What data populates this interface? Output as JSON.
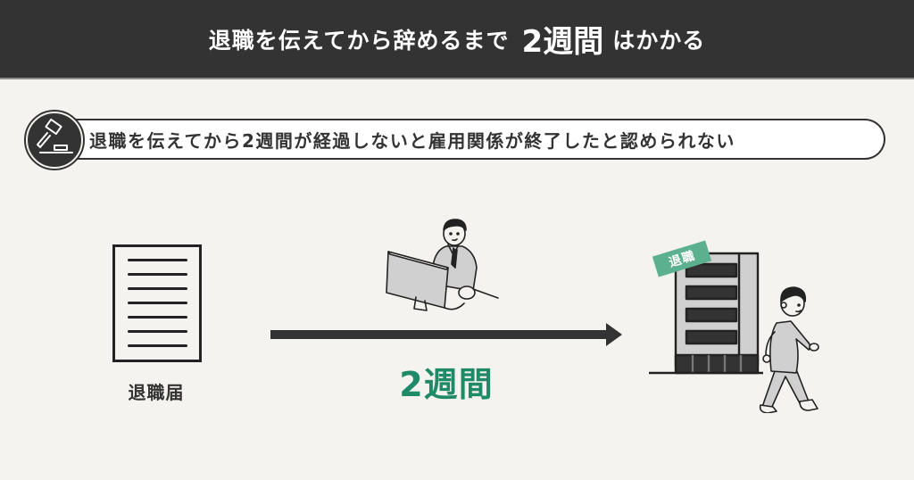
{
  "header": {
    "title_part1": "退職を伝えてから辞めるまで",
    "title_highlight": "2週間",
    "title_part2": "はかかる",
    "background_color": "#333333",
    "text_color": "#ffffff"
  },
  "banner": {
    "icon": "gavel-icon",
    "text": "退職を伝えてから2週間が経過しないと雇用関係が終了したと認められない"
  },
  "timeline": {
    "start": {
      "icon": "resignation-letter-icon",
      "label": "退職届"
    },
    "middle": {
      "illustration": "office-worker-at-computer",
      "arrow": "right-arrow",
      "duration_label": "2週間",
      "duration_color": "#1f8a67"
    },
    "end": {
      "illustration": "building-and-walking-person",
      "tag_label": "退職",
      "tag_color": "#5bb08f"
    }
  },
  "colors": {
    "background": "#f4f3ef",
    "ink": "#333333",
    "accent_green": "#1f8a67",
    "figure_gray": "#d0d0d0"
  }
}
